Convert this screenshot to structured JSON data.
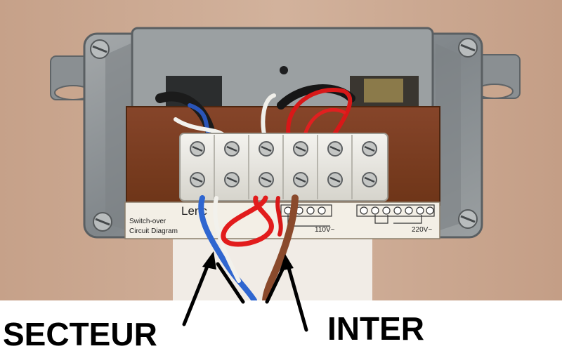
{
  "labels": {
    "secteur": "SECTEUR",
    "inter": "INTER"
  },
  "board": {
    "brand": "Lenc",
    "switch_over_line1": "Switch-over",
    "switch_over_line2": "Circuit Diagram",
    "voltage_low": "110V~",
    "voltage_high": "220V~"
  },
  "colors": {
    "wall": "#c9a68e",
    "casing": "#8f9496",
    "board": "#7a3f1f",
    "terminal": "#ecebe6",
    "caption_bg": "#ffffff",
    "text": "#000000"
  }
}
